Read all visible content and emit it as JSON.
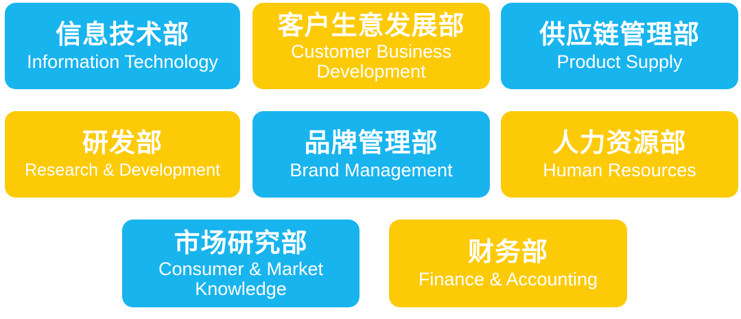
{
  "colors": {
    "blue": "#18b4ee",
    "yellow": "#fdca08",
    "text": "#ffffff"
  },
  "departments": [
    {
      "cn": "信息技术部",
      "en": "Information Technology",
      "color": "blue"
    },
    {
      "cn": "客户生意发展部",
      "en": "Customer Business Development",
      "color": "yellow"
    },
    {
      "cn": "供应链管理部",
      "en": "Product Supply",
      "color": "blue"
    },
    {
      "cn": "研发部",
      "en": "Research & Development",
      "color": "yellow"
    },
    {
      "cn": "品牌管理部",
      "en": "Brand Management",
      "color": "blue"
    },
    {
      "cn": "人力资源部",
      "en": "Human Resources",
      "color": "yellow"
    },
    {
      "cn": "市场研究部",
      "en": "Consumer & Market Knowledge",
      "color": "blue"
    },
    {
      "cn": "财务部",
      "en": "Finance & Accounting",
      "color": "yellow"
    }
  ]
}
